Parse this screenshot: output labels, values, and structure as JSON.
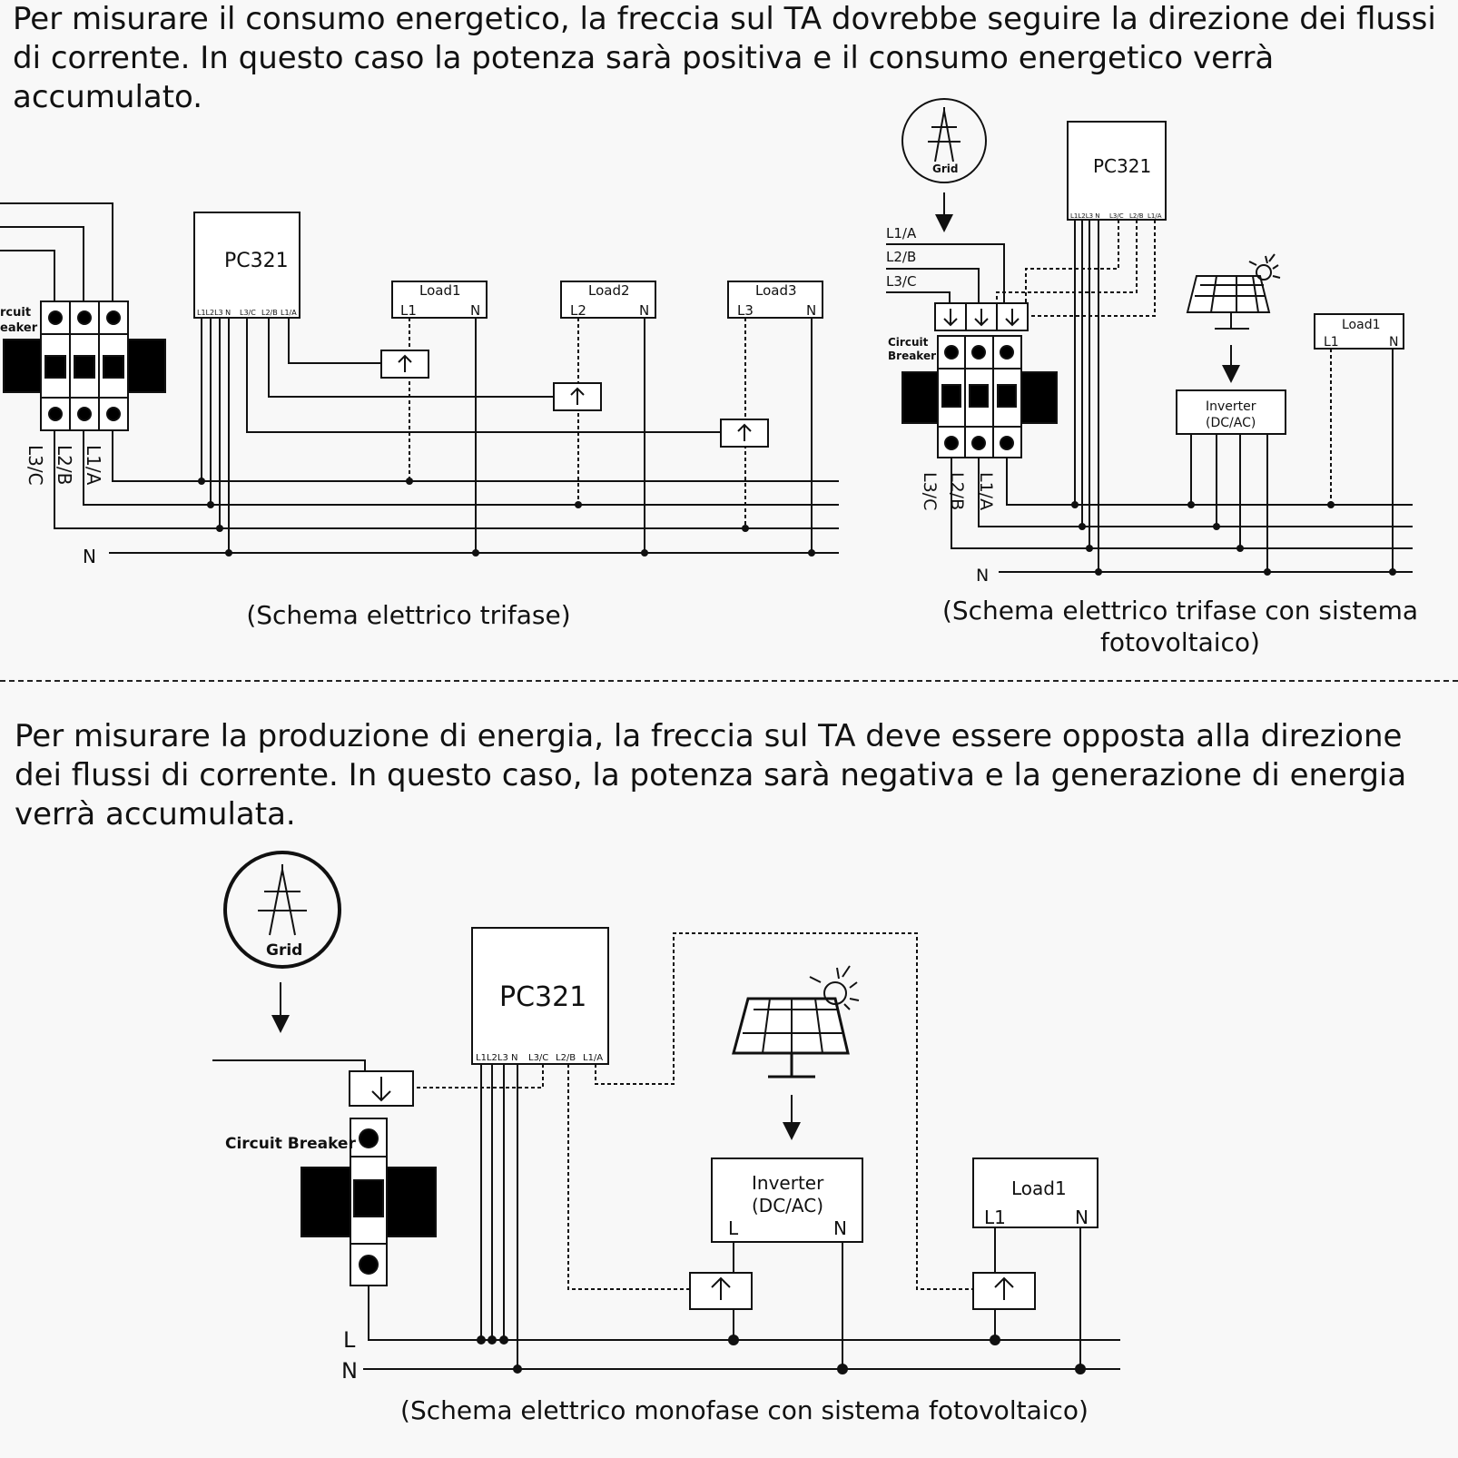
{
  "text": {
    "consumption_para": "Per misurare il consumo energetico, la freccia sul TA dovrebbe seguire la direzione dei flussi di corrente. In questo caso la potenza sarà positiva e il consumo energetico verrà accumulato.",
    "production_para": "Per misurare la produzione di energia, la freccia sul TA deve essere opposta alla direzione dei flussi di corrente. In questo caso, la potenza sarà negativa e la generazione di energia verrà accumulata."
  },
  "captions": {
    "three_phase": "(Schema elettrico trifase)",
    "three_phase_pv_line1": "(Schema elettrico trifase con sistema",
    "three_phase_pv_line2": "fotovoltaico)",
    "single_phase_pv": "(Schema elettrico monofase con sistema fotovoltaico)"
  },
  "labels": {
    "device": "PC321",
    "terminals_3": "L1L2L3 N",
    "terminal_l3c": "L3/C",
    "terminal_l2b": "L2/B",
    "terminal_l1a": "L1/A",
    "grid": "Grid",
    "breaker_part1": "rcuit",
    "breaker_part2": "eaker",
    "breaker_line1": "Circuit",
    "breaker_line2": "Breaker",
    "circuit_breaker": "Circuit Breaker",
    "line_l1a": "L1/A",
    "line_l2b": "L2/B",
    "line_l3c": "L3/C",
    "neutral": "N",
    "live": "L",
    "load1": "Load1",
    "load2": "Load2",
    "load3": "Load3",
    "l1": "L1",
    "l2": "L2",
    "l3": "L3",
    "inverter_line1": "Inverter",
    "inverter_line2": "(DC/AC)"
  }
}
